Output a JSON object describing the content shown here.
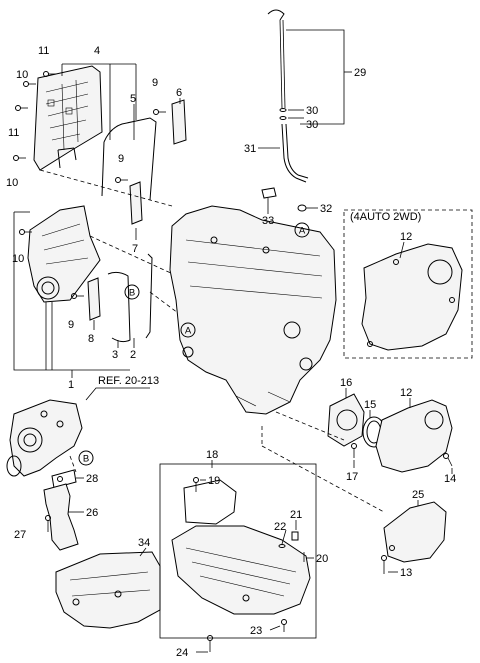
{
  "labels": {
    "n1": "1",
    "n2": "2",
    "n3": "3",
    "n4": "4",
    "n5": "5",
    "n6": "6",
    "n7": "7",
    "n8": "8",
    "n9": "9",
    "n10": "10",
    "n11": "11",
    "n12": "12",
    "n13": "13",
    "n14": "14",
    "n15": "15",
    "n16": "16",
    "n17": "17",
    "n18": "18",
    "n19": "19",
    "n20": "20",
    "n21": "21",
    "n22": "22",
    "n23": "23",
    "n24": "24",
    "n25": "25",
    "n26": "26",
    "n27": "27",
    "n28": "28",
    "n29": "29",
    "n30": "30",
    "n31": "31",
    "n32": "32",
    "n33": "33",
    "n34": "34"
  },
  "callouts": {
    "a": "A",
    "b": "B"
  },
  "ref_text": "REF. 20-213",
  "variant_box_title": "(4AUTO 2WD)"
}
